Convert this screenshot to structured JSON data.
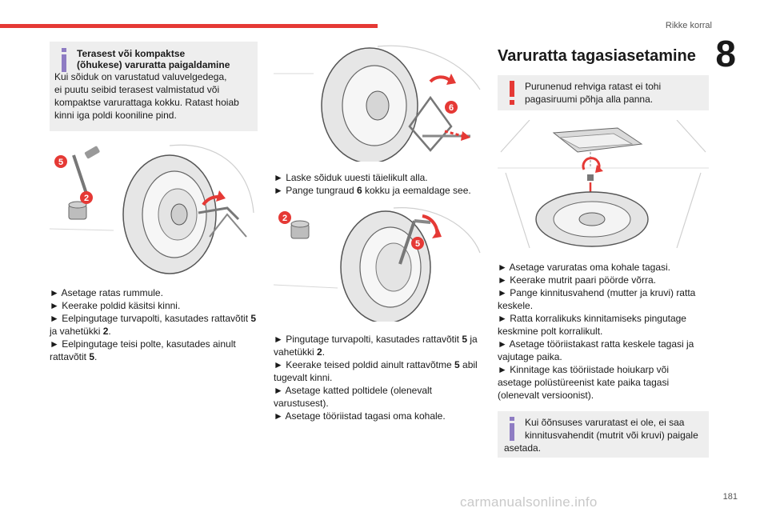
{
  "header": {
    "section_title": "Rikke korral",
    "chapter_number": "8",
    "page_number": "181"
  },
  "col1": {
    "info_title_1": "Terasest või kompaktse",
    "info_title_2": "(õhukese) varuratta paigaldamine",
    "info_lines": [
      "Kui sõiduk on varustatud valuvelgedega,",
      "ei puutu seibid terasest valmistatud või",
      "kompaktse varurattaga kokku. Ratast hoiab",
      "kinni iga poldi kooniline pind."
    ],
    "fig_labels": [
      "5",
      "2"
    ],
    "steps": [
      {
        "text": "► Asetage ratas rummule."
      },
      {
        "text": "► Keerake poldid käsitsi kinni."
      },
      {
        "text": "► Eelpingutage turvapolti, kasutades rattavõtit ",
        "b1": "5"
      },
      {
        "text": "ja vahetükki ",
        "b1": "2",
        "after": "."
      },
      {
        "text": "► Eelpingutage teisi polte, kasutades ainult"
      },
      {
        "text": "rattavõtit ",
        "b1": "5",
        "after": "."
      }
    ]
  },
  "col2": {
    "fig1_labels": [
      "6"
    ],
    "steps_a": [
      {
        "text": "► Laske sõiduk uuesti täielikult alla."
      },
      {
        "text": "► Pange tungraud ",
        "b1": "6",
        "after": " kokku ja eemaldage see."
      }
    ],
    "fig2_labels": [
      "2",
      "5"
    ],
    "steps_b": [
      {
        "text": "► Pingutage turvapolti, kasutades rattavõtit ",
        "b1": "5",
        "after": " ja"
      },
      {
        "text": "vahetükki ",
        "b1": "2",
        "after": "."
      },
      {
        "text": "► Keerake teised poldid ainult rattavõtme ",
        "b1": "5",
        "after": " abil"
      },
      {
        "text": "tugevalt kinni."
      },
      {
        "text": "► Asetage katted poltidele (olenevalt"
      },
      {
        "text": "varustusest)."
      },
      {
        "text": "► Asetage tööriistad tagasi oma kohale."
      }
    ]
  },
  "col3": {
    "title": "Varuratta tagasiasetamine",
    "warning_lines": [
      "Purunenud rehviga ratast ei tohi",
      "pagasiruumi põhja alla panna."
    ],
    "steps": [
      "► Asetage varuratas oma kohale tagasi.",
      "► Keerake mutrit paari pöörde võrra.",
      "► Pange kinnitusvahend (mutter ja kruvi) ratta",
      "keskele.",
      "► Ratta korralikuks kinnitamiseks pingutage",
      "keskmine polt korralikult.",
      "► Asetage tööriistakast ratta keskele tagasi ja",
      "vajutage paika.",
      "► Kinnitage kas tööriistade hoiukarp või",
      "asetage polüstüreenist kate paika tagasi",
      "(olenevalt versioonist)."
    ],
    "info_lines": [
      "Kui õõnsuses varuratast ei ole, ei saa",
      "kinnitusvahendit (mutrit või kruvi) paigale",
      "asetada."
    ]
  },
  "footer": {
    "watermark": "carmanualsonline.info"
  },
  "colors": {
    "accent_red": "#e53935",
    "info_blue": "#8e7cc3",
    "box_gray": "#eeeeee"
  }
}
